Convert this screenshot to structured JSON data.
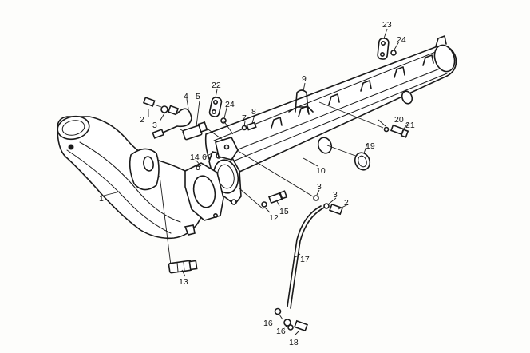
{
  "callouts": [
    {
      "id": "c1",
      "text": "1"
    },
    {
      "id": "c2a",
      "text": "2"
    },
    {
      "id": "c3a",
      "text": "3"
    },
    {
      "id": "c4",
      "text": "4"
    },
    {
      "id": "c5",
      "text": "5"
    },
    {
      "id": "c6",
      "text": "6"
    },
    {
      "id": "c7",
      "text": "7"
    },
    {
      "id": "c8",
      "text": "8"
    },
    {
      "id": "c9",
      "text": "9"
    },
    {
      "id": "c10",
      "text": "10"
    },
    {
      "id": "c12",
      "text": "12"
    },
    {
      "id": "c13",
      "text": "13"
    },
    {
      "id": "c14",
      "text": "14"
    },
    {
      "id": "c15",
      "text": "15"
    },
    {
      "id": "c16a",
      "text": "16"
    },
    {
      "id": "c16b",
      "text": "16"
    },
    {
      "id": "c17",
      "text": "17"
    },
    {
      "id": "c18",
      "text": "18"
    },
    {
      "id": "c19",
      "text": "19"
    },
    {
      "id": "c20",
      "text": "20"
    },
    {
      "id": "c21",
      "text": "21"
    },
    {
      "id": "c22",
      "text": "22"
    },
    {
      "id": "c23",
      "text": "23"
    },
    {
      "id": "c24a",
      "text": "24"
    },
    {
      "id": "c24b",
      "text": "24"
    },
    {
      "id": "c3b",
      "text": "3"
    },
    {
      "id": "c3c",
      "text": "3"
    },
    {
      "id": "c2b",
      "text": "2"
    }
  ]
}
